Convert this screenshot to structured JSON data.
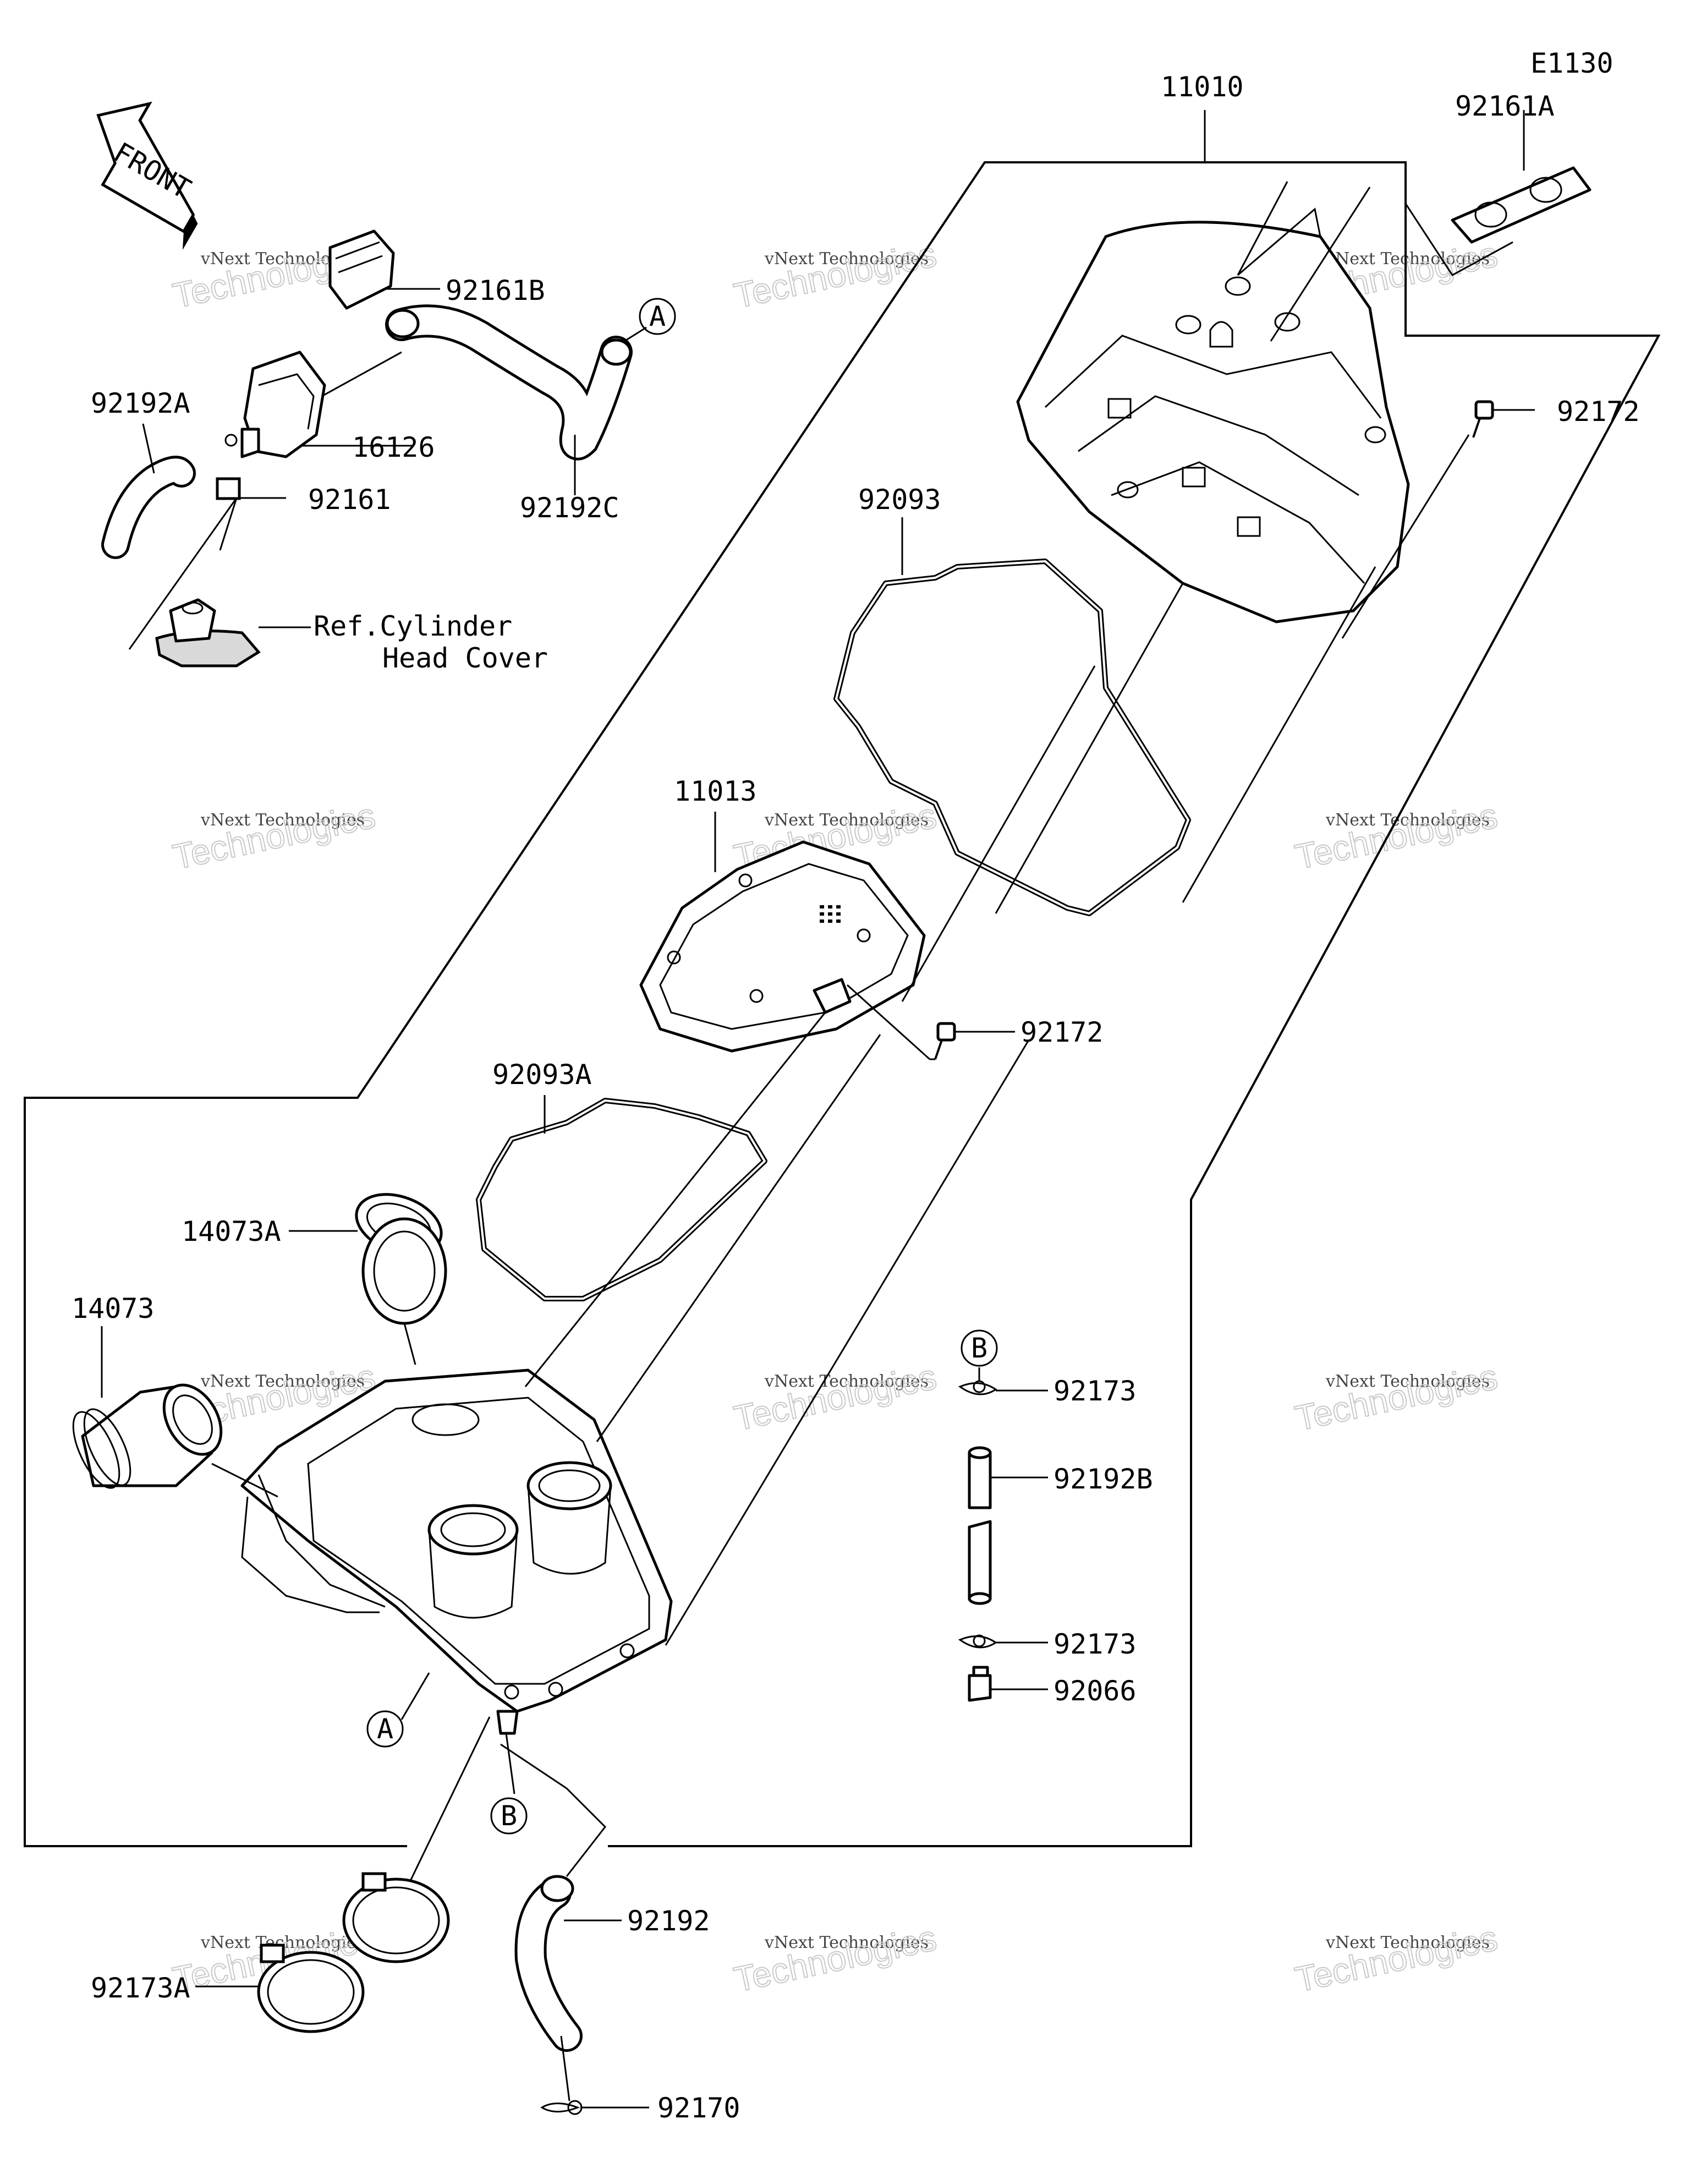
{
  "diagram_code": "E1130",
  "front_label": "FRONT",
  "watermark": {
    "line1": "vNext Technologies",
    "line2": "Technologies"
  },
  "callouts": {
    "A": "A",
    "B": "B"
  },
  "parts": {
    "p11010": "11010",
    "p92161A": "92161A",
    "p92161B": "92161B",
    "p92192A": "92192A",
    "p16126": "16126",
    "p92161": "92161",
    "p92192C": "92192C",
    "p92172_top": "92172",
    "p92093": "92093",
    "p11013": "11013",
    "p92172_mid": "92172",
    "p92093A": "92093A",
    "p14073A": "14073A",
    "p14073": "14073",
    "p92173_top": "92173",
    "p92192B": "92192B",
    "p92173_bot": "92173",
    "p92066": "92066",
    "p92192": "92192",
    "p92173A": "92173A",
    "p92170": "92170"
  },
  "reference": {
    "line1": "Ref.Cylinder",
    "line2": "Head Cover"
  }
}
